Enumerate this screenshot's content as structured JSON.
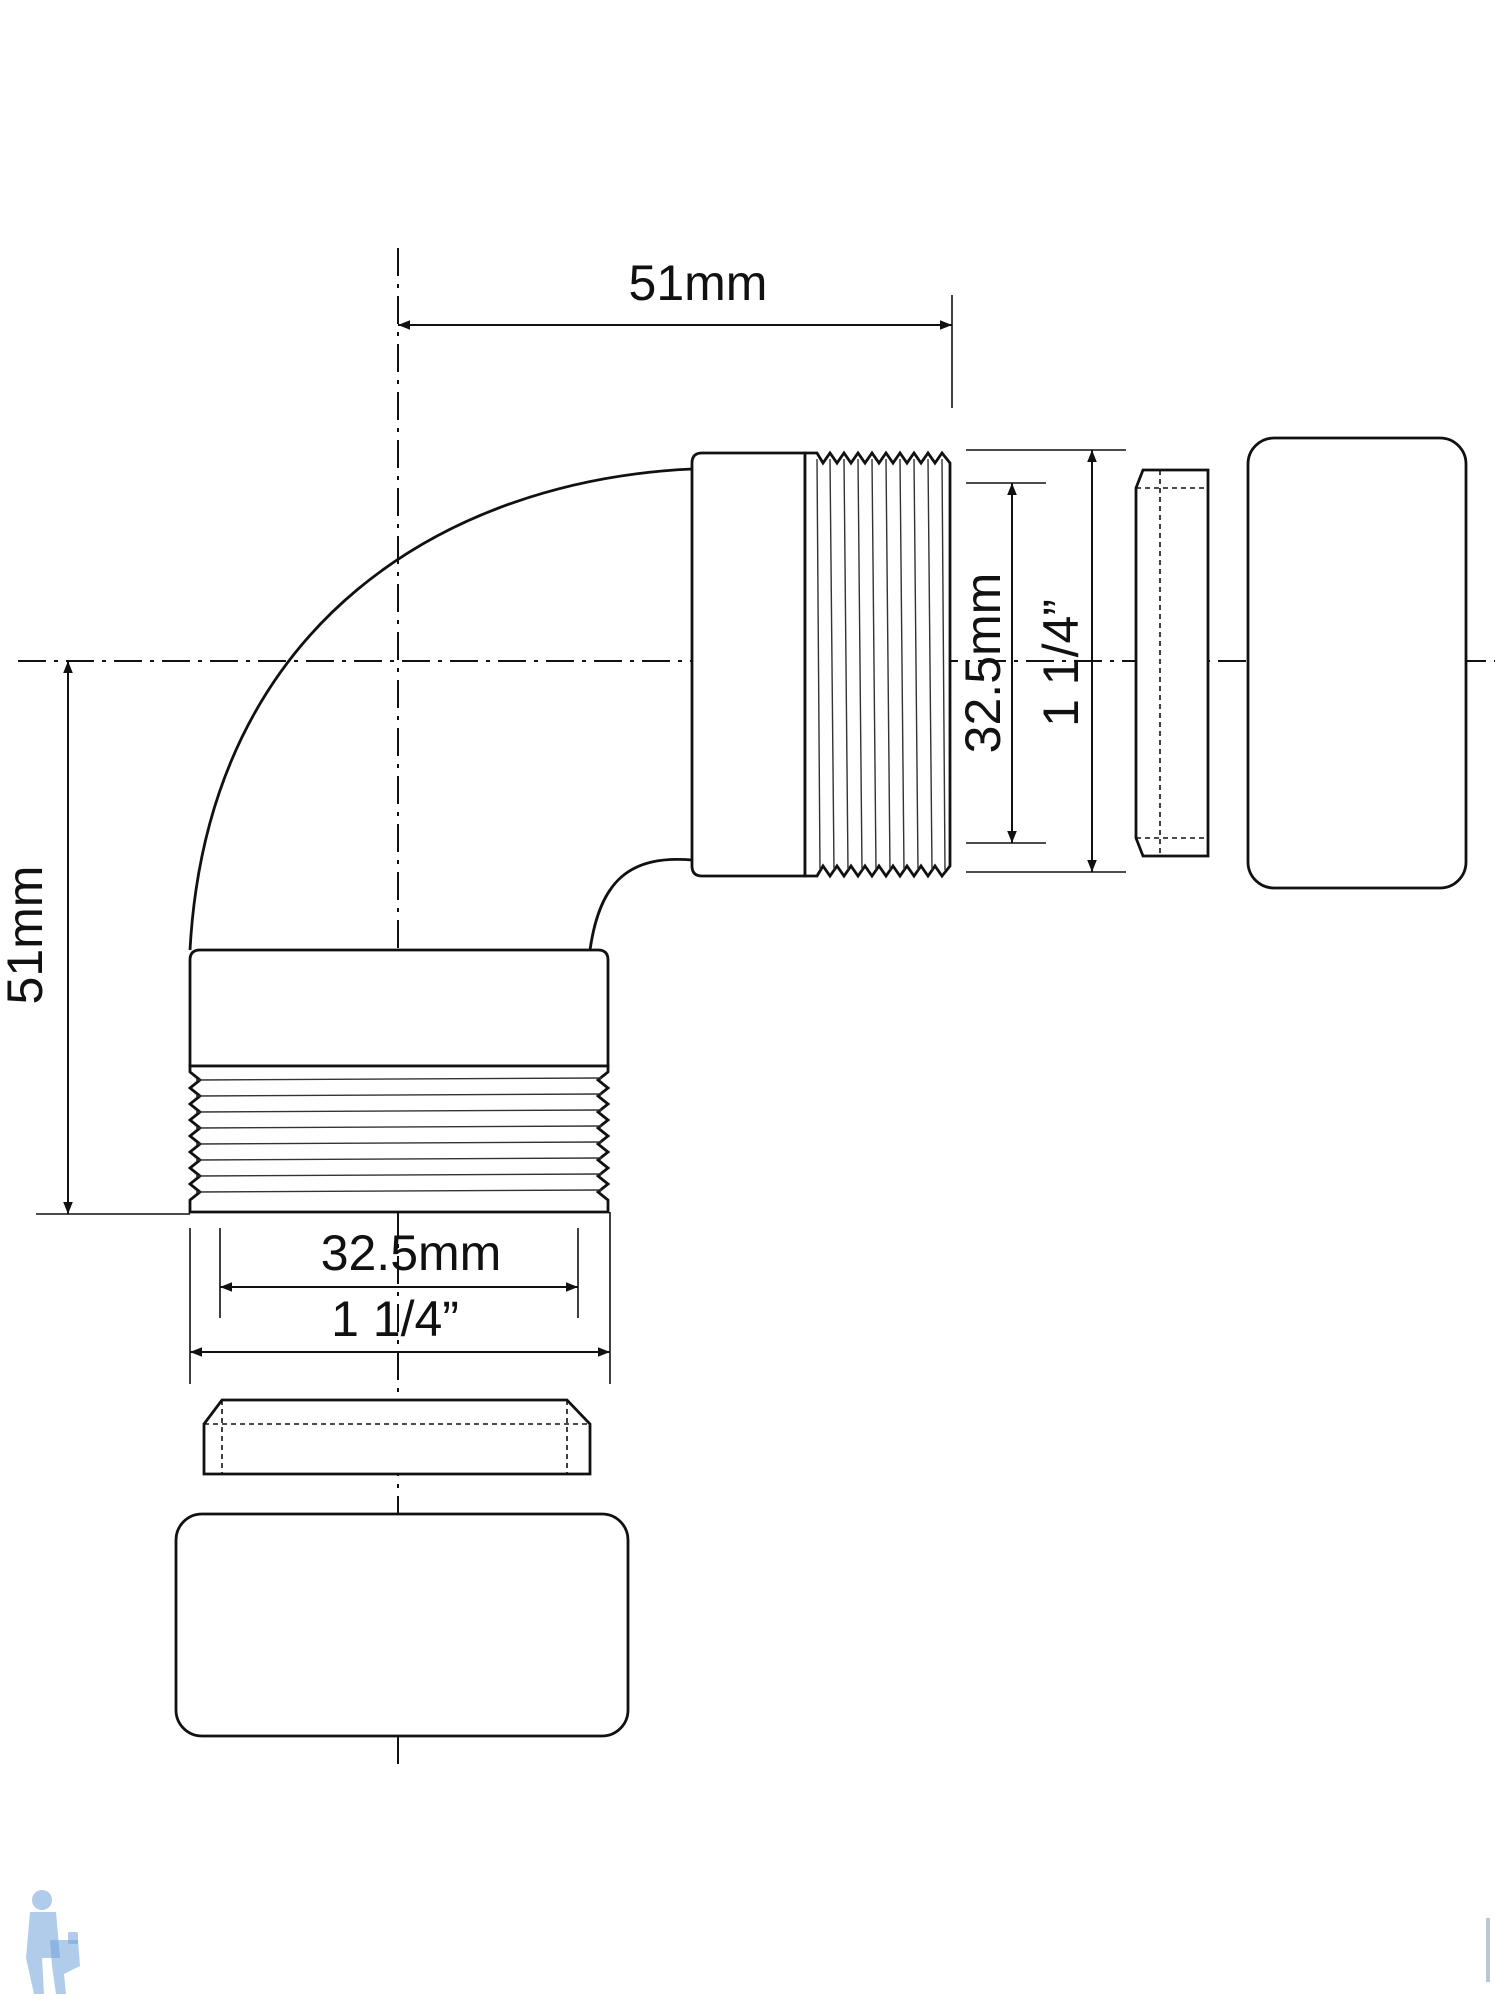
{
  "dimensions": {
    "top_offset": "51mm",
    "left_offset": "51mm",
    "bottom_inner_diameter": "32.5mm",
    "bottom_outer_diameter": "1 1/4”",
    "right_inner_diameter": "32.5mm",
    "right_outer_diameter": "1 1/4”"
  },
  "icons": {
    "watermark": "plumber-with-toilet-logo"
  },
  "colors": {
    "line": "#111111",
    "background": "#ffffff",
    "watermark": "#6fa3d8"
  }
}
